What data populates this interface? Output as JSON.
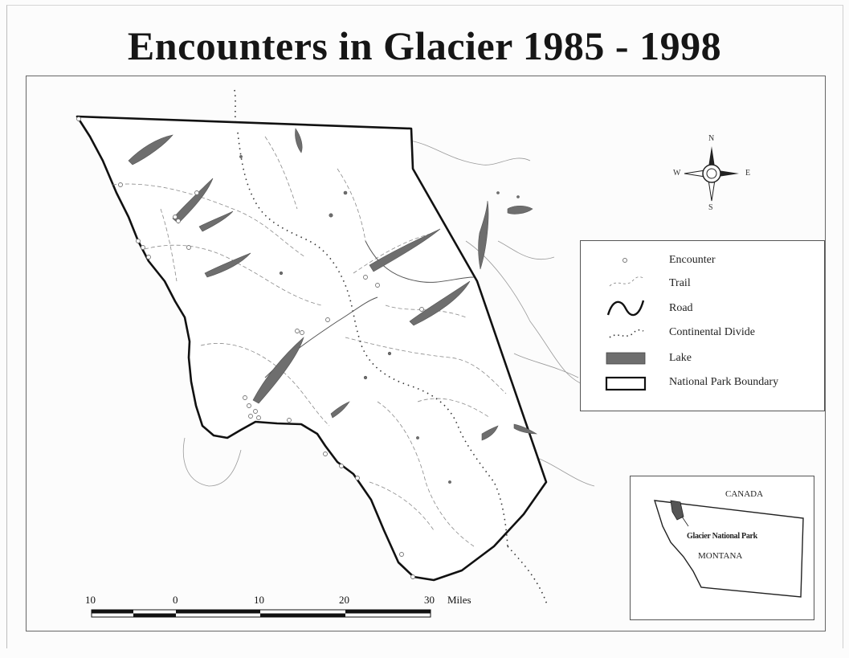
{
  "title": "Encounters in Glacier 1985 - 1998",
  "compass": {
    "north": "N",
    "south": "S",
    "east": "E",
    "west": "W"
  },
  "legend": {
    "encounter": "Encounter",
    "trail": "Trail",
    "road": "Road",
    "continental_divide": "Continental Divide",
    "lake": "Lake",
    "park_boundary": "National Park Boundary"
  },
  "inset": {
    "canada": "CANADA",
    "park_label": "Glacier National Park",
    "montana": "MONTANA"
  },
  "scale_bar": {
    "ticks": [
      "10",
      "0",
      "10",
      "20",
      "30"
    ],
    "units": "Miles"
  },
  "colors": {
    "boundary": "#111111",
    "lake": "#6e6e6e",
    "trail": "#8a8a8a",
    "divide": "#333333",
    "encounter_stroke": "#777777"
  }
}
